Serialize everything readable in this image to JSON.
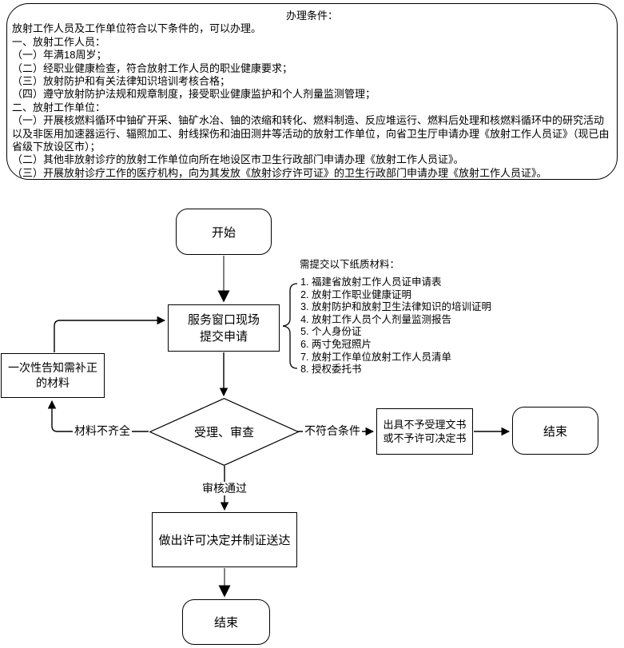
{
  "conditions_box": {
    "title": "办理条件：",
    "lines": [
      "放射工作人员及工作单位符合以下条件的，可以办理。",
      "一、放射工作人员：",
      "（一）年满18周岁；",
      "（二）经职业健康检查，符合放射工作人员的职业健康要求；",
      "（三）放射防护和有关法律知识培训考核合格；",
      "（四）遵守放射防护法规和规章制度，接受职业健康监护和个人剂量监测管理；",
      "二、放射工作单位：",
      "（一）开展核燃料循环中铀矿开采、铀矿水冶、铀的浓缩和转化、燃料制造、反应堆运行、燃料后处理和核燃料循环中的研究活动以及非医用加速器运行、辐照加工、射线探伤和油田测井等活动的放射工作单位，向省卫生厅申请办理《放射工作人员证》（现已由省级下放设区市）；",
      "（二）其他非放射诊疗的放射工作单位向所在地设区市卫生行政部门申请办理《放射工作人员证》。",
      "（三）开展放射诊疗工作的医疗机构，向为其发放《放射诊疗许可证》的卫生行政部门申请办理《放射工作人员证》。"
    ]
  },
  "flowchart": {
    "start": "开始",
    "submit": {
      "lines": [
        "服务窗口现场",
        "提交申请"
      ]
    },
    "notify": {
      "lines": [
        "一次性告知需补正",
        "的材料"
      ]
    },
    "review": "受理、审查",
    "reject": {
      "lines": [
        "出具不予受理文书",
        "或不予许可决定书"
      ]
    },
    "decide": "做出许可决定并制证送达",
    "end_right": "结束",
    "end_bottom": "结束",
    "edge_labels": {
      "incomplete": "材料不齐全",
      "not_qualified": "不符合条件",
      "approved": "审核通过"
    }
  },
  "materials": {
    "header": "需提交以下纸质材料：",
    "items": [
      "福建省放射工作人员证申请表",
      "放射工作职业健康证明",
      "放射防护和放射卫生法律知识的培训证明",
      "放射工作人员个人剂量监测报告",
      "个人身份证",
      "两寸免冠照片",
      "放射工作单位放射工作人员清单",
      "授权委托书"
    ]
  },
  "colors": {
    "line_black": "#000000",
    "line_gray": "#808080",
    "background": "#ffffff",
    "text": "#000000"
  }
}
